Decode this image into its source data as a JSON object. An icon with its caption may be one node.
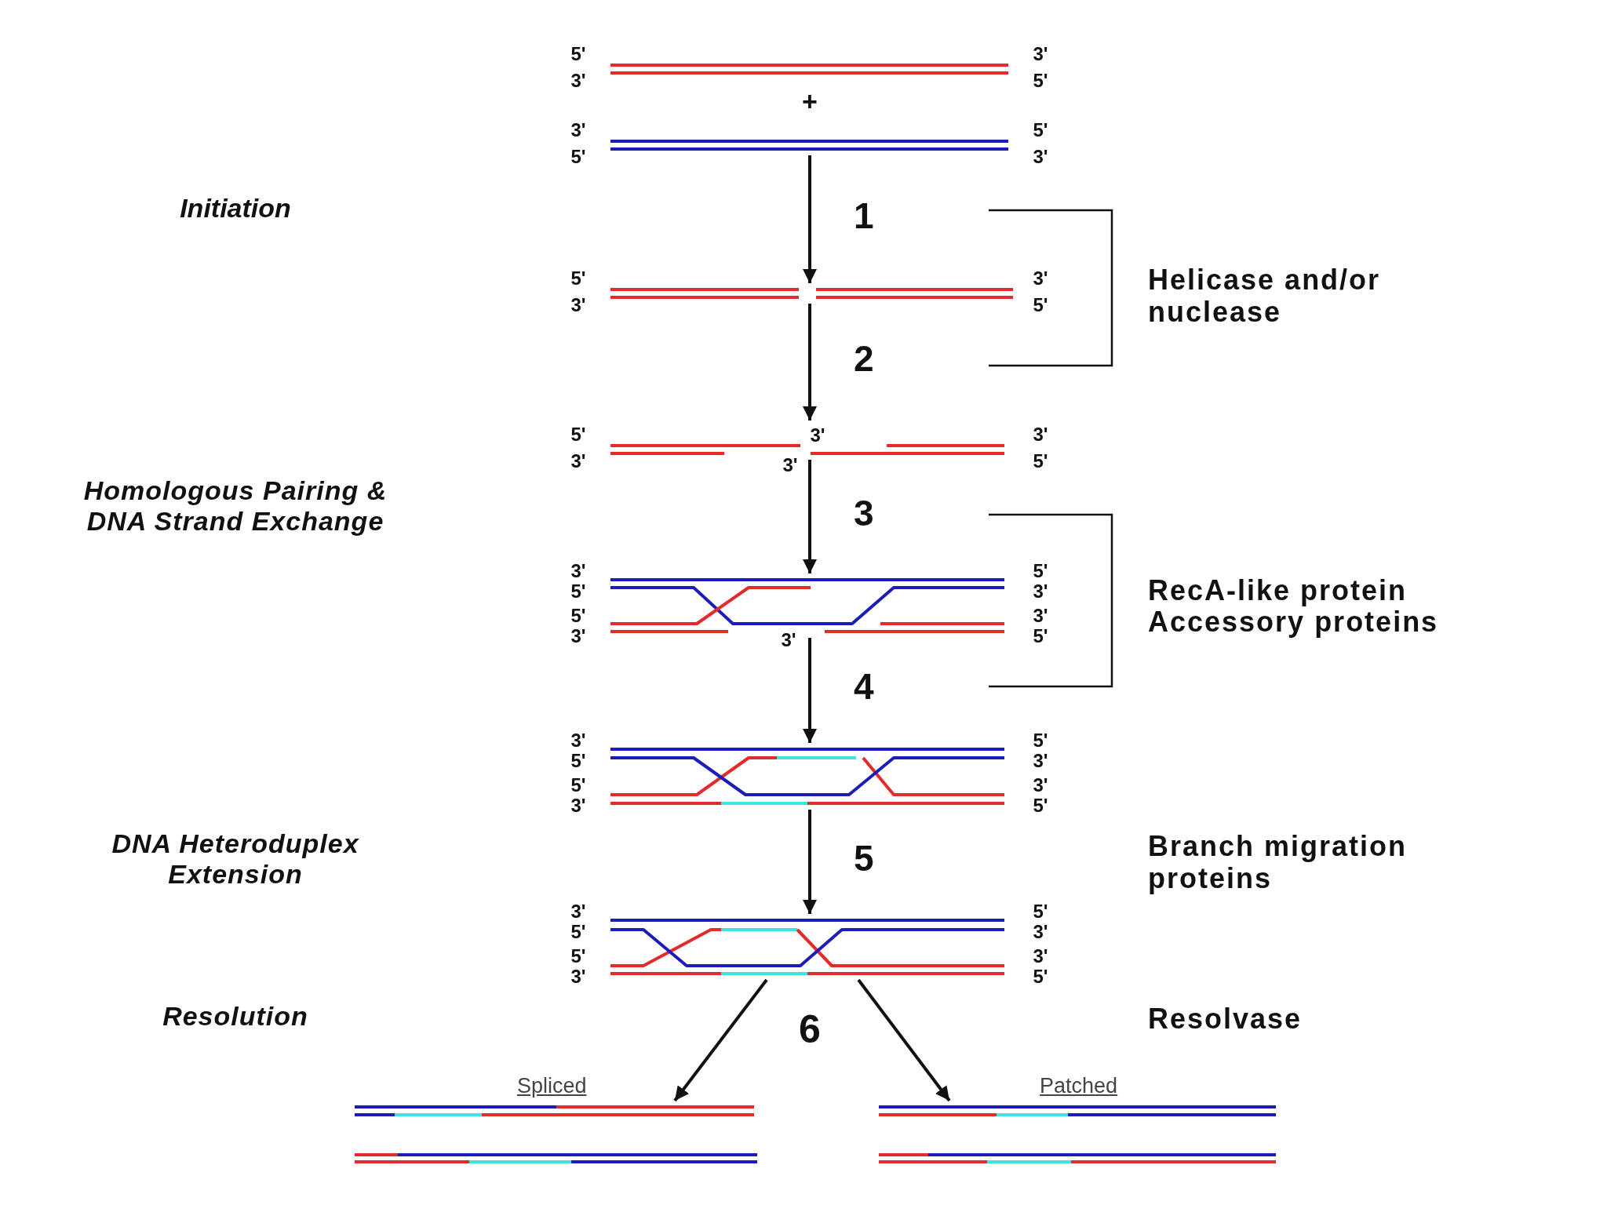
{
  "diagram": {
    "nodes": [
      {
        "text": [],
        "shape": "picture",
        "beside": [
          "5'",
          "3'",
          "3'",
          "5'"
        ]
      },
      {
        "text": [],
        "shape": "picture",
        "beside": [
          "3'",
          "5'",
          "5'",
          "3'"
        ]
      },
      {
        "text": [],
        "shape": "picture",
        "beside": [
          "5'",
          "3'",
          "3'",
          "5'"
        ]
      },
      {
        "text": [],
        "shape": "picture",
        "beside": [
          "5'",
          "3'",
          "3'",
          "3'",
          "3'",
          "5'"
        ]
      },
      {
        "text": [],
        "shape": "picture",
        "beside": [
          "3'",
          "5'",
          "5'",
          "3'",
          "5'",
          "3'",
          "3'",
          "3'",
          "5'"
        ]
      },
      {
        "text": [],
        "shape": "picture",
        "beside": [
          "3'",
          "5'",
          "5'",
          "3'",
          "5'",
          "3'",
          "3'",
          "5'"
        ]
      },
      {
        "text": [],
        "shape": "picture",
        "beside": [
          "3'",
          "5'",
          "5'",
          "3'",
          "5'",
          "3'",
          "3'",
          "5'"
        ]
      },
      {
        "text": [],
        "shape": "picture",
        "beside": [
          "Spliced"
        ]
      },
      {
        "text": [],
        "shape": "picture",
        "beside": [
          "Patched"
        ]
      }
    ],
    "edges": [
      {
        "from": 1,
        "to": 2,
        "arrow": "to",
        "label": "1"
      },
      {
        "from": 2,
        "to": 3,
        "arrow": "to",
        "label": "2"
      },
      {
        "from": 3,
        "to": 4,
        "arrow": "to",
        "label": "3"
      },
      {
        "from": 4,
        "to": 5,
        "arrow": "to",
        "label": "4"
      },
      {
        "from": 5,
        "to": 6,
        "arrow": "to",
        "label": "5"
      },
      {
        "from": 6,
        "to": 7,
        "arrow": "to"
      },
      {
        "from": 6,
        "to": 8,
        "arrow": "to"
      }
    ],
    "labels": [
      "+",
      "Initiation",
      "Helicase and/or nuclease",
      "Homologous Pairing & DNA Strand Exchange",
      "RecA-like protein",
      "Accessory proteins",
      "DNA Heteroduplex Extension",
      "Branch migration proteins",
      "Resolution",
      "Resolvase",
      "6"
    ]
  }
}
